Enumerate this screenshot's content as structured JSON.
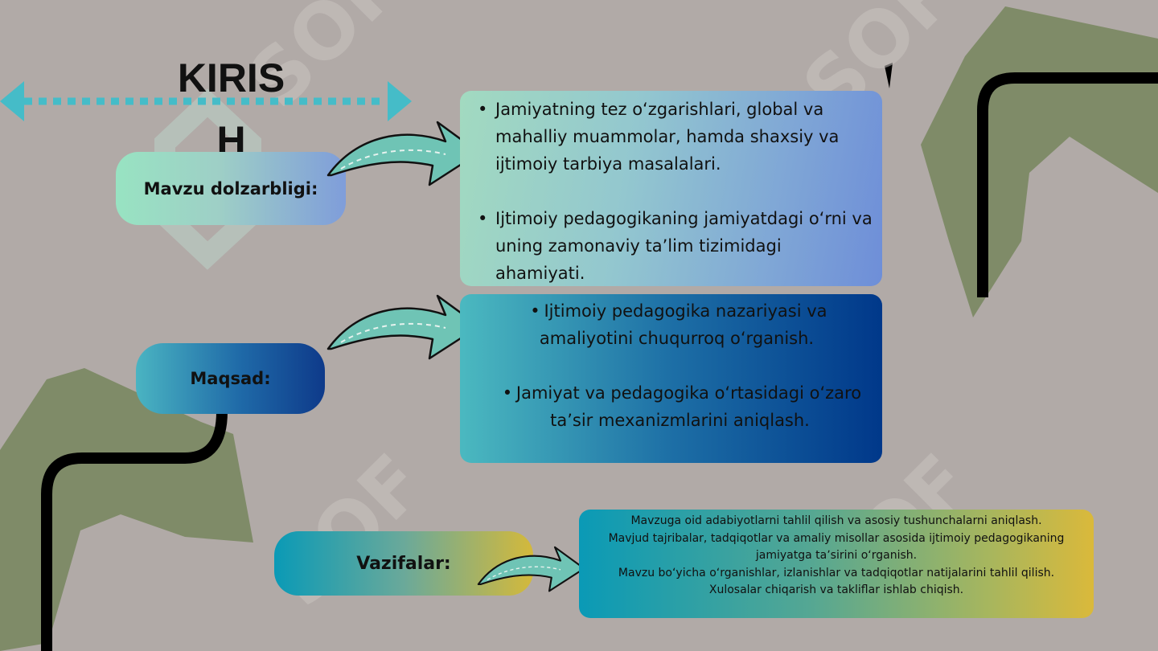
{
  "slide": {
    "title": "KIRISH",
    "watermark": "SOF",
    "colors": {
      "background": "#b1aaa7",
      "olive_shape": "#7f8b68",
      "teal_arrow": "#45bcc8",
      "curved_arrow_fill": "#6fc4b5"
    },
    "topic": {
      "label": "Mavzu dolzarbligi:",
      "points": [
        "Jamiyatning tez oʻzgarishlari, global va mahalliy muammolar, hamda shaxsiy va ijtimoiy tarbiya masalalari.",
        "Ijtimoiy pedagogikaning jamiyatdagi oʻrni va uning zamonaviy taʼlim tizimidagi ahamiyati."
      ]
    },
    "goal": {
      "label": "Maqsad:",
      "points": [
        "Ijtimoiy pedagogika nazariyasi va amaliyotini chuqurroq oʻrganish.",
        "Jamiyat va pedagogika oʻrtasidagi oʻzaro taʼsir mexanizmlarini aniqlash."
      ]
    },
    "tasks": {
      "label": "Vazifalar:",
      "lines": [
        "Mavzuga oid adabiyotlarni tahlil qilish va asosiy tushunchalarni aniqlash.",
        "Mavjud tajribalar, tadqiqotlar va amaliy misollar asosida ijtimoiy pedagogikaning jamiyatga taʼsirini oʻrganish.",
        "Mavzu boʻyicha oʻrganishlar, izlanishlar va tadqiqotlar natijalarini tahlil qilish.",
        "Xulosalar chiqarish va takliflar ishlab chiqish."
      ]
    }
  }
}
